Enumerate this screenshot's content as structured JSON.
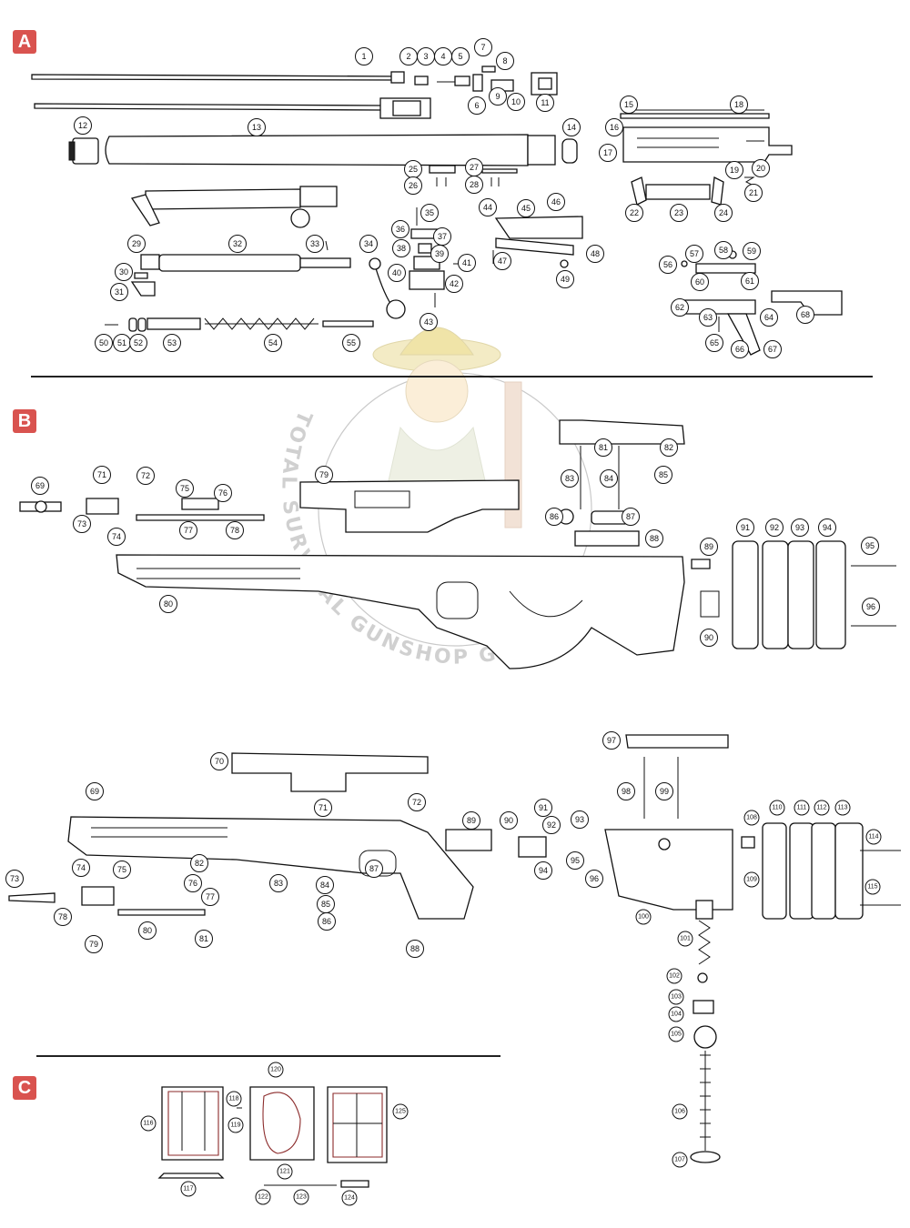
{
  "sections": {
    "a": "A",
    "b": "B",
    "c": "C"
  },
  "colors": {
    "section_badge": "#d9534f",
    "stroke": "#111111",
    "watermark": "#d0d0d0",
    "magazine_highlight": "#8b2a2a"
  },
  "watermark": {
    "text": "TOTAL SURVIVAL GUNSHOP GUNDAY.COM",
    "icon": "cartoon-soldier-mascot-logo"
  },
  "part_labels": {
    "a": [
      "1",
      "2",
      "3",
      "4",
      "5",
      "6",
      "7",
      "8",
      "9",
      "10",
      "11",
      "12",
      "13",
      "14",
      "15",
      "16",
      "17",
      "18",
      "19",
      "20",
      "21",
      "22",
      "23",
      "24",
      "25",
      "26",
      "27",
      "28",
      "29",
      "30",
      "31",
      "32",
      "33",
      "34",
      "35",
      "36",
      "37",
      "38",
      "39",
      "40",
      "41",
      "42",
      "43",
      "44",
      "45",
      "46",
      "47",
      "48",
      "49",
      "50",
      "51",
      "52",
      "53",
      "54",
      "55",
      "56",
      "57",
      "58",
      "59",
      "60",
      "61",
      "62",
      "63",
      "64",
      "65",
      "66",
      "67",
      "68"
    ],
    "b1": [
      "69",
      "71",
      "72",
      "73",
      "74",
      "75",
      "76",
      "77",
      "78",
      "79",
      "80",
      "81",
      "82",
      "83",
      "84",
      "85",
      "86",
      "87",
      "88",
      "89",
      "90",
      "91",
      "92",
      "93",
      "94",
      "95",
      "96"
    ],
    "b2": [
      "97",
      "70",
      "98",
      "99",
      "69",
      "72",
      "71",
      "108",
      "110",
      "111",
      "112",
      "113",
      "89",
      "90",
      "91",
      "93",
      "92",
      "114",
      "73",
      "74",
      "75",
      "82",
      "76",
      "77",
      "87",
      "84",
      "83",
      "85",
      "95",
      "94",
      "96",
      "109",
      "115",
      "78",
      "86",
      "100",
      "80",
      "81",
      "79",
      "88",
      "101",
      "102",
      "103",
      "104",
      "105",
      "106",
      "107"
    ],
    "c": [
      "120",
      "116",
      "118",
      "119",
      "125",
      "121",
      "117",
      "122",
      "123",
      "124"
    ]
  }
}
